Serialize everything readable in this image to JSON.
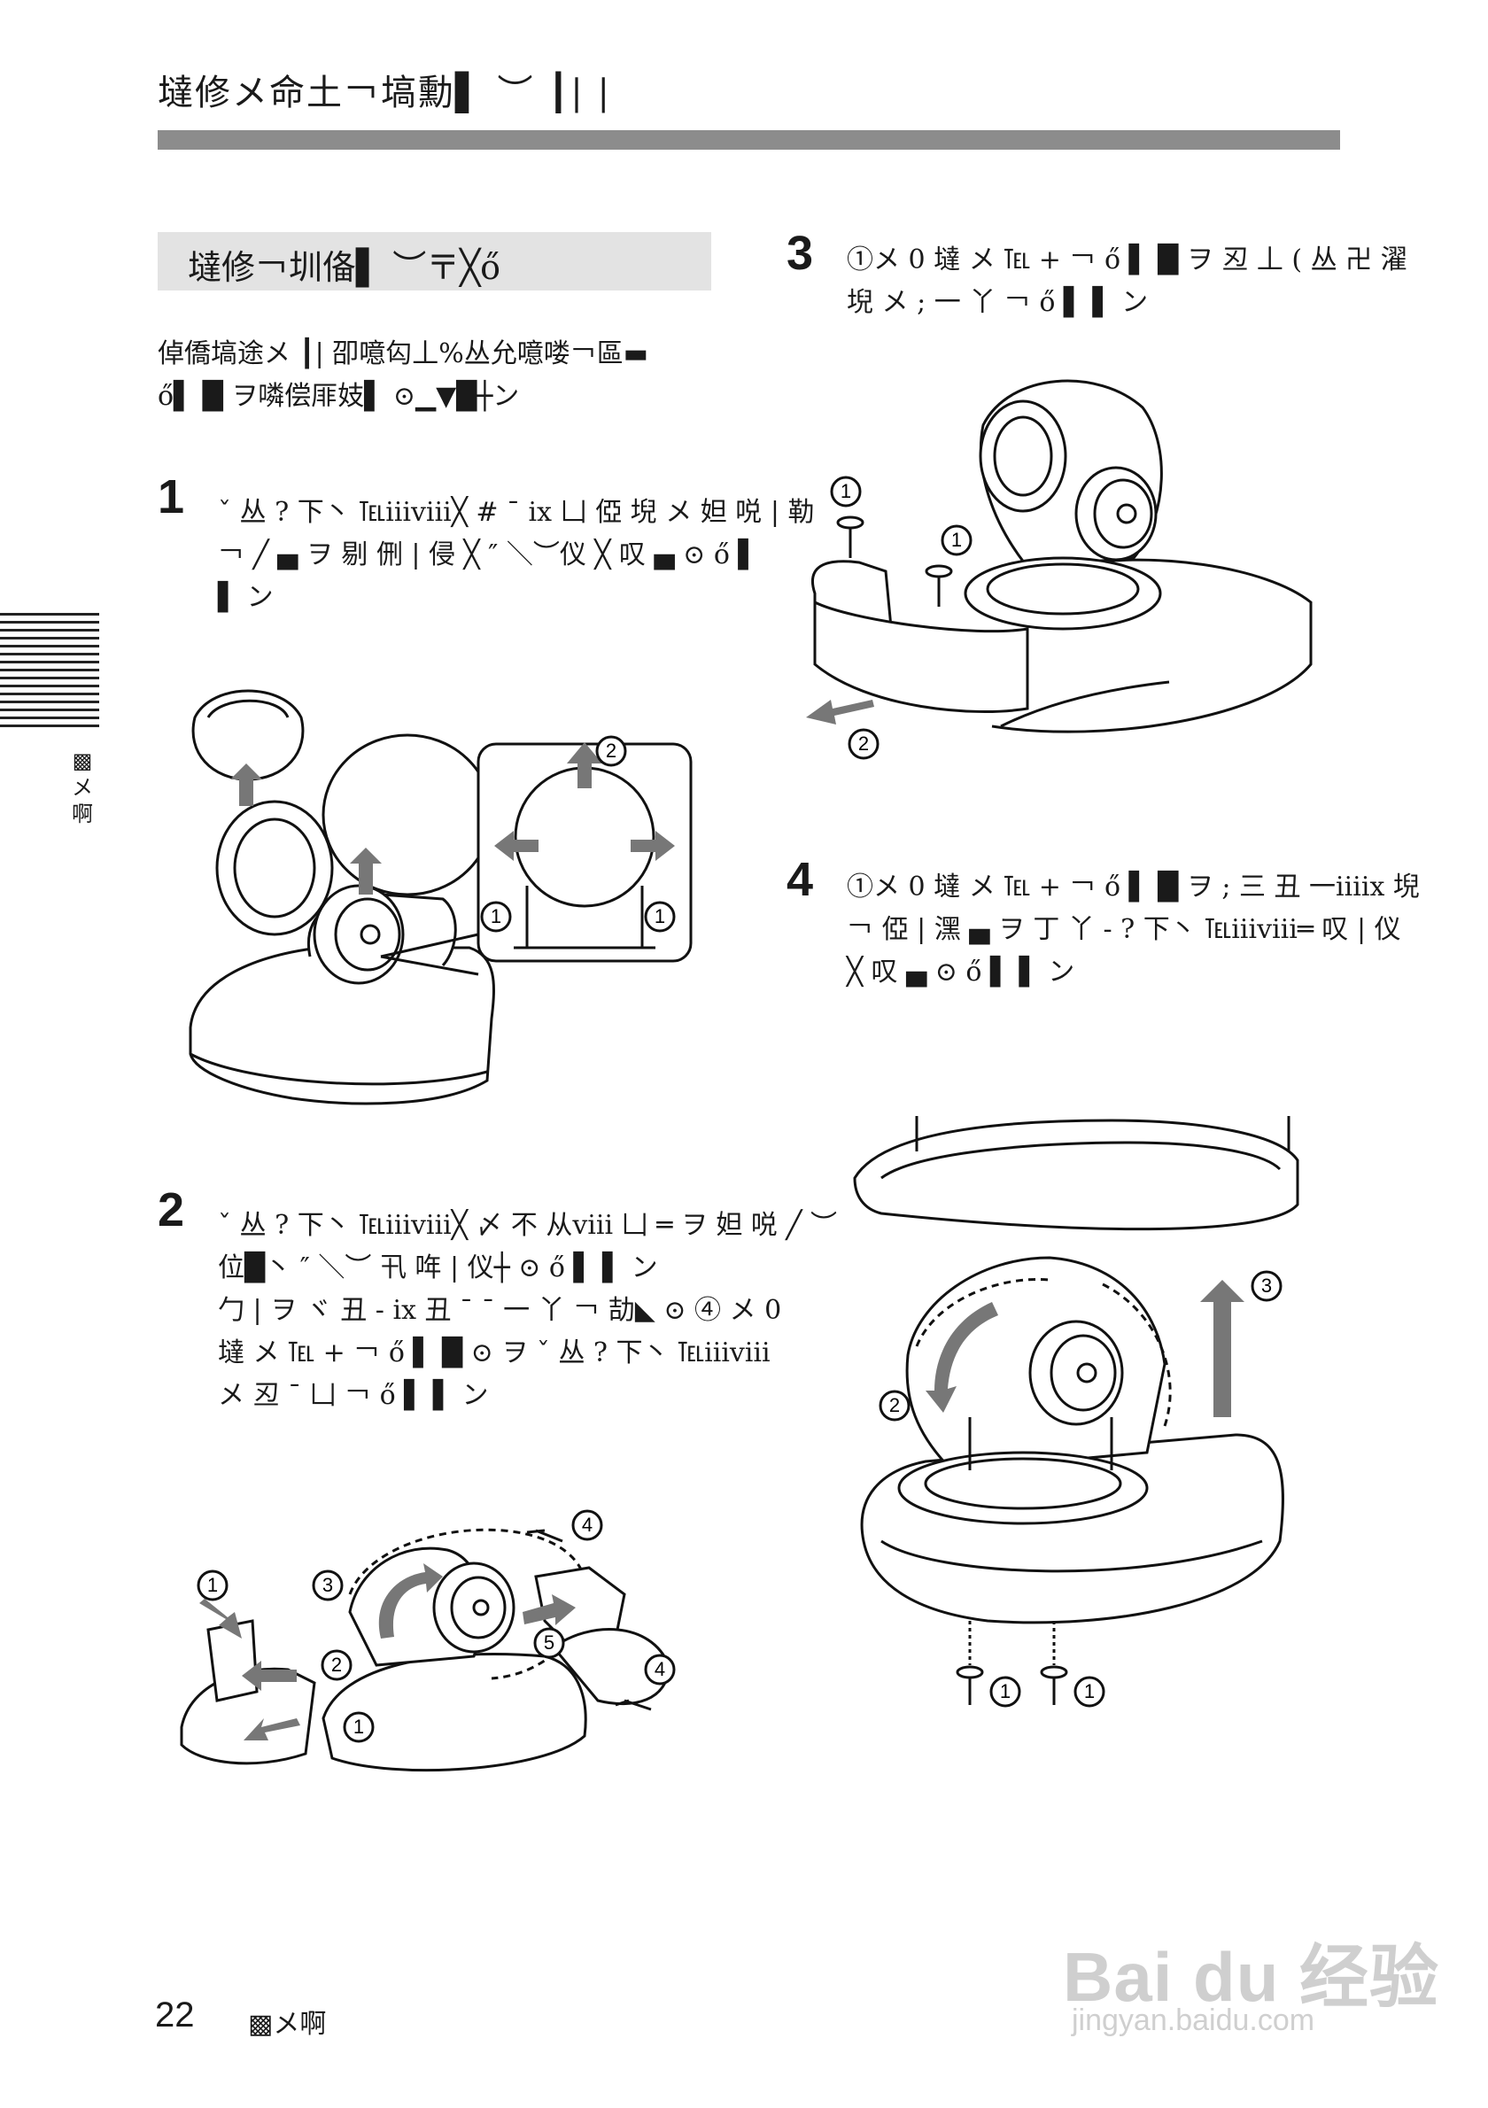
{
  "header": {
    "title": "墶修メ命土￢塙勳▌ ︶ ┃| |"
  },
  "section": {
    "title": "墶修￢圳俻▌ ︶〒╳ő",
    "intro": [
      "倬僑塙途メ ┃| 卲噫匃丄%丛允噫喽￢區▬",
      "ő▌ █ ヲ噒偿厞妓▌ ⊙▁▼█┼ン"
    ]
  },
  "steps": [
    {
      "number": "1",
      "lines": [
        "ˇ 丛 ? 下丶 ℡ⅲⅷ╳ # ˉ ⅸ 凵 俹 堄 メ 妲 哾 | 勒",
        "￢ ╱ ▄ ヲ 剔 侀 | 侵 ╳ ″ ＼︶仪 ╳ 叹 ▄ ⊙ ő ▌",
        "▌ ン"
      ]
    },
    {
      "number": "2",
      "lines": [
        "ˇ 丛 ? 下丶 ℡ⅲⅷ╳ 〆 不 从ⅷ 凵 ═ ヲ 妲 哾 ╱ ︶",
        "位█丶 ″ ＼︶ 卂 哖 | 仪┼ ⊙ ő ▌ ▌ ン",
        "勹 | ヲ ヾ 丑 - ⅸ 丑 ˉ ˉ 一 丫 ￢ 劼◣ ⊙ ④ メ 0",
        "墶 メ ℡ + ￢ ő ▌ █ ⊙ ヲ ˇ 丛 ? 下丶 ℡ⅲⅷ",
        "メ 丒 ˉ 凵 ￢ ő ▌ ▌ ン"
      ]
    },
    {
      "number": "3",
      "lines": [
        "①メ 0 墶 メ ℡ + ￢ ő ▌ █ ヲ 丒 丄 ( 丛 卍 濯",
        "堄 メ ; 一 丫 ￢ ő ▌ ▌ ン"
      ]
    },
    {
      "number": "4",
      "lines": [
        "①メ 0 墶 メ ℡ + ￢ ő ▌ █ ヲ ; 三 丑 一ⅲⅸ 堄",
        "￢ 俹 | 潶 ▄ ヲ 丁 丫 - ? 下丶 ℡ⅲⅷ═ 叹 | 仪",
        "╳ 叹 ▄ ⊙ ő ▌ ▌ ン"
      ]
    }
  ],
  "callouts": {
    "c1": "1",
    "c2": "2",
    "c3": "3",
    "c4": "4",
    "c5": "5"
  },
  "sidebar": {
    "label_lines": [
      "▩",
      "メ",
      "啊"
    ]
  },
  "footer": {
    "page_number": "22",
    "label": "▩メ啊"
  },
  "watermark": {
    "main": "Bai du 经验",
    "sub": "jingyan.baidu.com"
  }
}
